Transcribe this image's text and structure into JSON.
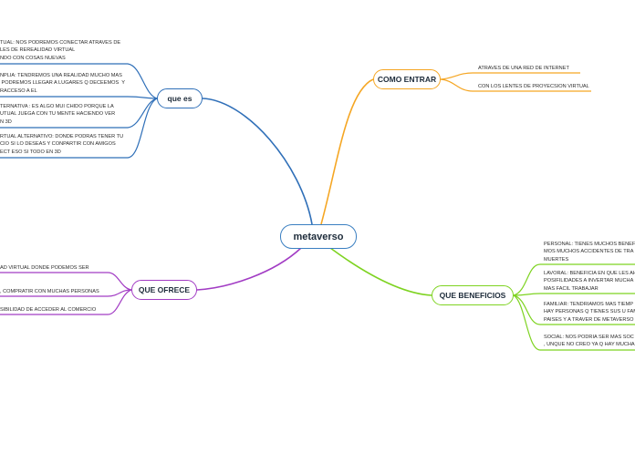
{
  "central": "metaverso",
  "topics": {
    "que_es": {
      "label": "que es",
      "color": "#2f6fb8",
      "leaves": [
        "TUAL: NOS PODREMOS CONECTAR ATRAVES DE\nLES DE REREALIDAD VIRTUAL\nNDO CON COSAS NUEVAS",
        "NPLIA: TENDREMOS UNA REALIDAD MUCHO MAS\n PODREMOS LLEGAR A LUGARES Q DECEEMOS  Y\nRACCESO A EL",
        "TERNATIVA : ES ALGO MUI CHIDO PORQUE LA\nUTUAL JUEGA CON TU MENTE HACIENDO VER\nN 3D",
        "RTUAL ALTERNATIVO: DONDE PODRAS TENER TU\nCIO SI LO DESEAS Y CONPARTIR CON AMIGOS\nECT ESO SI TODO EN 3D"
      ]
    },
    "como_entrar": {
      "label": "COMO ENTRAR",
      "color": "#f5a623",
      "leaves": [
        "ATRAVES DE UNA RED DE INTERNET",
        "CON LOS LENTES DE PROYECSION VIRTUAL"
      ]
    },
    "que_ofrece": {
      "label": "QUE OFRECE",
      "color": "#a23cc4",
      "leaves": [
        "AD VIRTUAL DONDE PODEMOS SER",
        ", COMPRATIR CON MUCHAS PERSONAS",
        "SIBILIDAD DE ACCEDER AL COMERCIO"
      ]
    },
    "que_beneficios": {
      "label": "QUE BENEFICIOS",
      "color": "#7ed321",
      "leaves": [
        "PERSONAL: TIENES MUCHOS BENEF\nMOS MUCHOS ACCIDENTES DE TRA\nMUERTES",
        "LAVORAL: BENEFICIA EN QUE LES AH\nPOSIFILIDADES A INVERTAR MUCHA\nMAS FACIL TRABAJAR",
        "FAMILIAR: TENDRIAMOS MAS TIEMP\nHAY PERSONAS Q TIENES SUS U FAM\nPAISES Y A TRAVER DE METAVERSO",
        "SOCIAL: NOS PODRIA SER MAS SOC\n, UNQUE NO CREO YA Q HAY MUCHA"
      ]
    }
  },
  "central_color": "#3a7fc1"
}
